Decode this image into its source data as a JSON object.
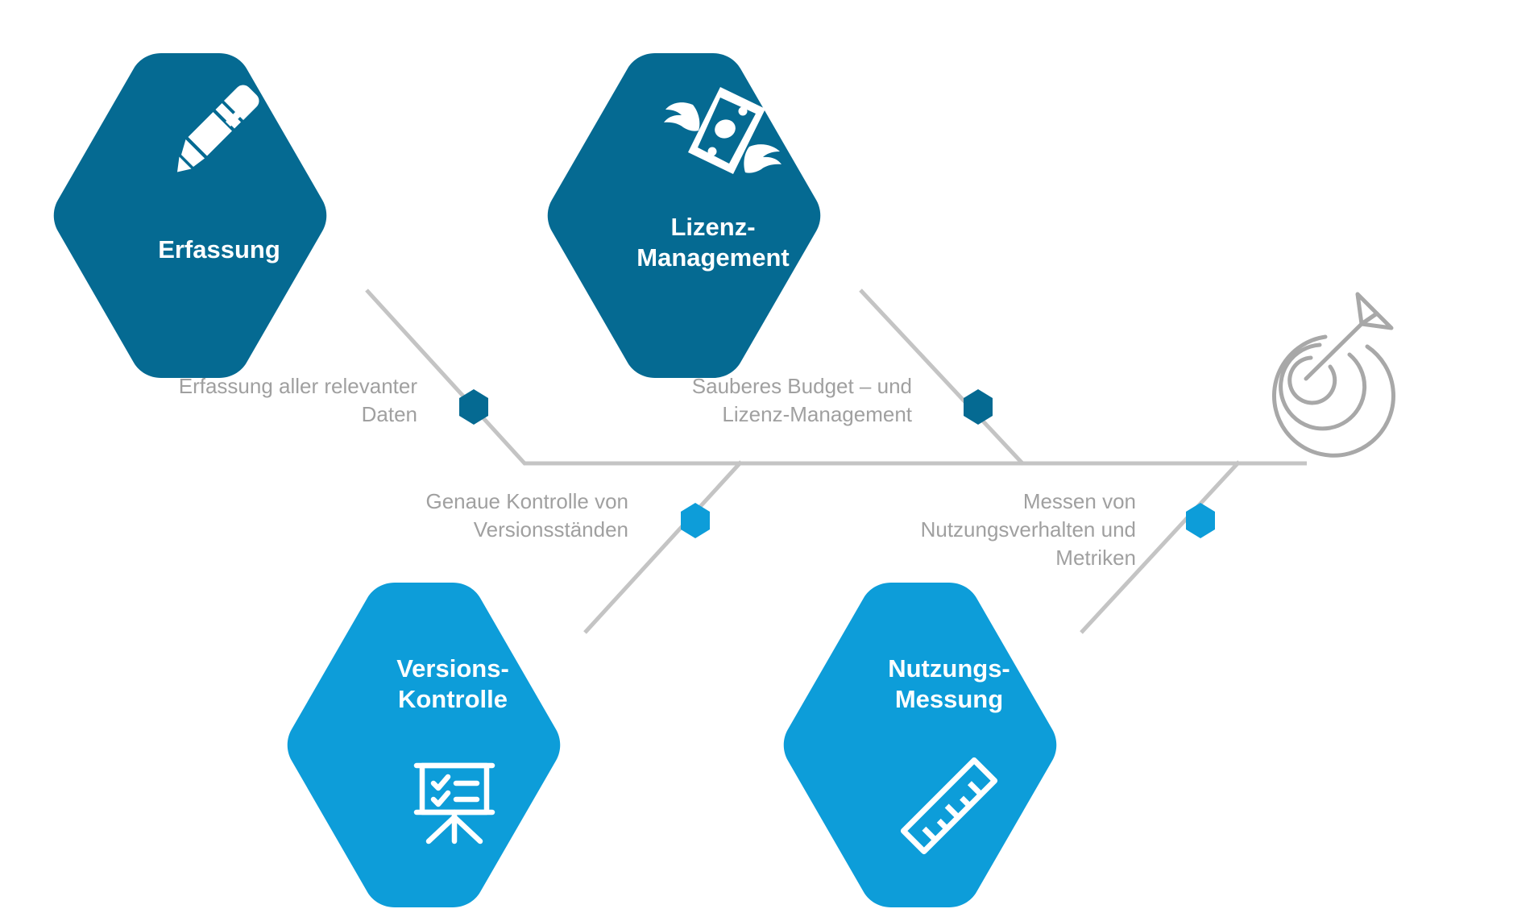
{
  "diagram": {
    "type": "fishbone-process",
    "background_color": "#ffffff",
    "colors": {
      "dark_blue": "#056a92",
      "light_blue": "#0d9dd9",
      "line_gray": "#c4c4c4",
      "caption_gray": "#a0a0a0",
      "icon_outline_gray": "#a8a8a8",
      "label_white": "#ffffff"
    },
    "nodes": [
      {
        "id": "erfassung",
        "label": "Erfassung",
        "icon": "pen-icon",
        "color": "#056a92",
        "position": "top-left",
        "icon_position": "above-label"
      },
      {
        "id": "lizenz-management",
        "label": "Lizenz-\nManagement",
        "icon": "flying-money-icon",
        "color": "#056a92",
        "position": "top-right",
        "icon_position": "above-label"
      },
      {
        "id": "versions-kontrolle",
        "label": "Versions-\nKontrolle",
        "icon": "presentation-checklist-icon",
        "color": "#0d9dd9",
        "position": "bottom-left",
        "icon_position": "below-label"
      },
      {
        "id": "nutzungs-messung",
        "label": "Nutzungs-\nMessung",
        "icon": "ruler-icon",
        "color": "#0d9dd9",
        "position": "bottom-right",
        "icon_position": "below-label"
      }
    ],
    "captions": [
      {
        "id": "caption-erfassung",
        "text": "Erfassung aller relevanter\nDaten",
        "align": "right",
        "marker_color": "#056a92",
        "marker": "hexagon-marker"
      },
      {
        "id": "caption-lizenz",
        "text": "Sauberes Budget – und\nLizenz-Management",
        "align": "right",
        "marker_color": "#056a92",
        "marker": "hexagon-marker"
      },
      {
        "id": "caption-versionen",
        "text": "Genaue Kontrolle von\nVersionsständen",
        "align": "right",
        "marker_color": "#0d9dd9",
        "marker": "hexagon-marker"
      },
      {
        "id": "caption-nutzung",
        "text": "Messen von\nNutzungsverhalten und\nMetriken",
        "align": "right",
        "marker_color": "#0d9dd9",
        "marker": "hexagon-marker"
      }
    ],
    "goal": {
      "id": "goal-target",
      "icon": "target-arrow-icon",
      "color": "#a8a8a8"
    }
  }
}
